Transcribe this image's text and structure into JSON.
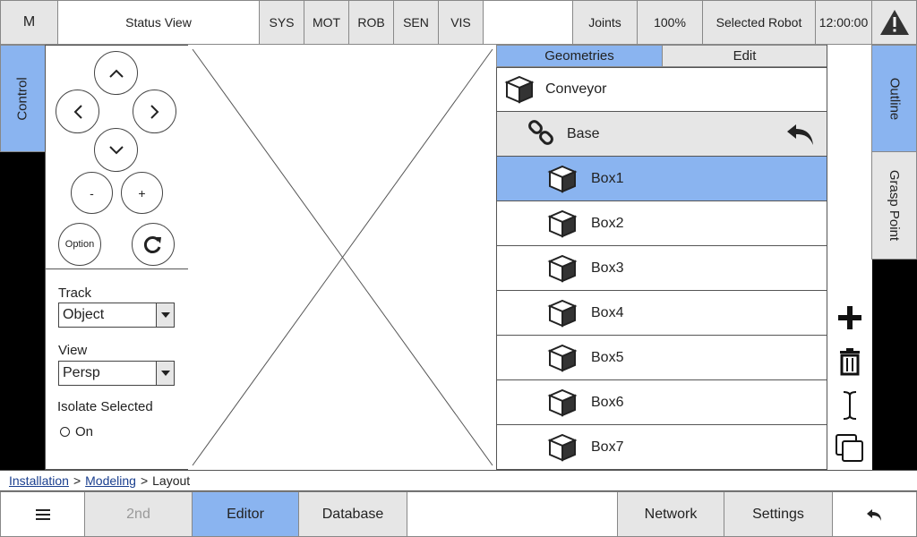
{
  "topbar": {
    "menu_label": "M",
    "status_view": "Status View",
    "tabs": [
      "SYS",
      "MOT",
      "ROB",
      "SEN",
      "VIS"
    ],
    "joints": "Joints",
    "speed": "100%",
    "selected_robot": "Selected Robot",
    "time": "12:00:00"
  },
  "left_tabs": {
    "control": "Control"
  },
  "right_tabs": {
    "outline": "Outline",
    "grasp_point": "Grasp Point"
  },
  "jog": {
    "minus": "-",
    "plus": "+",
    "option": "Option"
  },
  "track": {
    "label": "Track",
    "value": "Object"
  },
  "view": {
    "label": "View",
    "value": "Persp"
  },
  "isolate": {
    "label": "Isolate Selected",
    "option": "On"
  },
  "outline": {
    "tabs": [
      "Geometries",
      "Edit"
    ],
    "root": "Conveyor",
    "group": "Base",
    "items": [
      "Box1",
      "Box2",
      "Box3",
      "Box4",
      "Box5",
      "Box6",
      "Box7"
    ],
    "selected": "Box1"
  },
  "breadcrumb": {
    "items": [
      "Installation",
      "Modeling"
    ],
    "current": "Layout",
    "sep": ">"
  },
  "bottom": {
    "second": "2nd",
    "editor": "Editor",
    "database": "Database",
    "network": "Network",
    "settings": "Settings"
  },
  "colors": {
    "accent": "#8ab4f0",
    "panel": "#e6e6e6",
    "dark": "#000000"
  }
}
